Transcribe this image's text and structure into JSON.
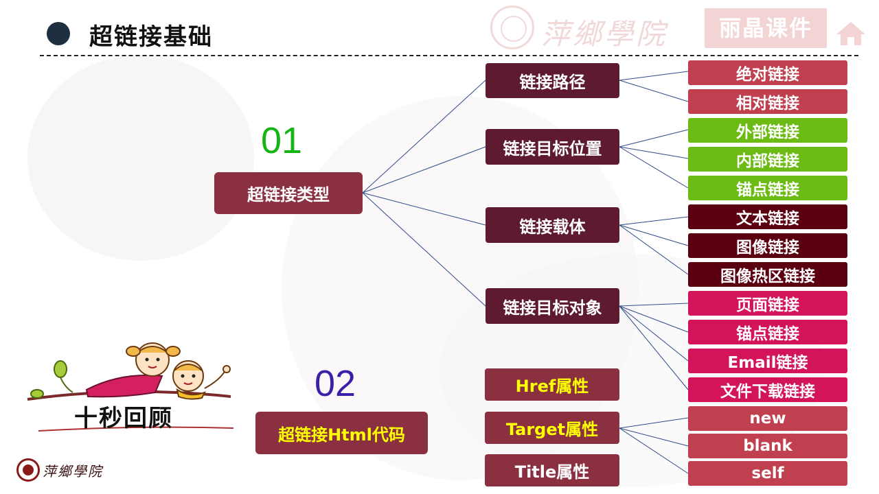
{
  "header": {
    "title": "超链接基础",
    "watermark_text": "萍鄉學院",
    "brand_badge": "丽晶课件"
  },
  "section1": {
    "number": "01",
    "root_label": "超链接类型",
    "groups": [
      {
        "label": "链接路径",
        "leaves": [
          "绝对链接",
          "相对链接"
        ],
        "leaf_color": "#c0404f"
      },
      {
        "label": "链接目标位置",
        "leaves": [
          "外部链接",
          "内部链接",
          "锚点链接"
        ],
        "leaf_color": "#6cbb14"
      },
      {
        "label": "链接载体",
        "leaves": [
          "文本链接",
          "图像链接",
          "图像热区链接"
        ],
        "leaf_color": "#5a0010"
      },
      {
        "label": "链接目标对象",
        "leaves": [
          "页面链接",
          "锚点链接",
          "Email链接",
          "文件下载链接"
        ],
        "leaf_color": "#d4145a"
      }
    ]
  },
  "section2": {
    "number": "02",
    "root_label": "超链接Html代码",
    "attributes": [
      {
        "label": "Href属性",
        "text_color": "#ffff00"
      },
      {
        "label": "Target属性",
        "text_color": "#ffff00"
      },
      {
        "label": "Title属性",
        "text_color": "#ffffff"
      }
    ],
    "target_values": [
      "new",
      "blank",
      "self"
    ],
    "target_value_color": "#c0404f"
  },
  "recall": {
    "label": "十秒回顾"
  },
  "footer": {
    "logo_text": "萍鄉學院"
  },
  "colors": {
    "root_box": "#8a3040",
    "mid_box": "#5e1a2e",
    "connector": "#2f4a8a",
    "section2_root_text": "#ffff00"
  }
}
